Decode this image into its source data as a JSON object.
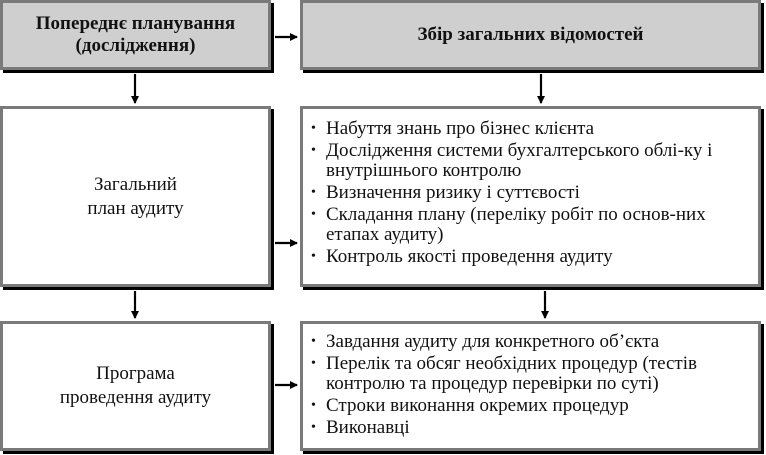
{
  "header_left": {
    "line1": "Попереднє планування",
    "line2": "(дослідження)"
  },
  "header_right": {
    "label": "Збір загальних відомостей"
  },
  "middle_left": {
    "line1": "Загальний",
    "line2": "план аудиту"
  },
  "middle_right": {
    "items": [
      "Набуття знань про бізнес клієнта",
      "Дослідження системи бухгалтерського облі-ку і внутрішнього контролю",
      "Визначення ризику і суттєвості",
      "Складання плану (переліку робіт по основ-них етапах аудиту)",
      "Контроль якості проведення аудиту"
    ]
  },
  "bottom_left": {
    "line1": "Програма",
    "line2": "проведення аудиту"
  },
  "bottom_right": {
    "items": [
      "Завдання аудиту для конкретного об’єкта",
      "Перелік та обсяг необхідних процедур (тестів контролю та процедур перевірки по суті)",
      "Строки виконання окремих процедур",
      "Виконавці"
    ]
  },
  "colors": {
    "header_fill": "#cfcfcf",
    "border": "#7a7a7a",
    "shadow": "#000000"
  }
}
